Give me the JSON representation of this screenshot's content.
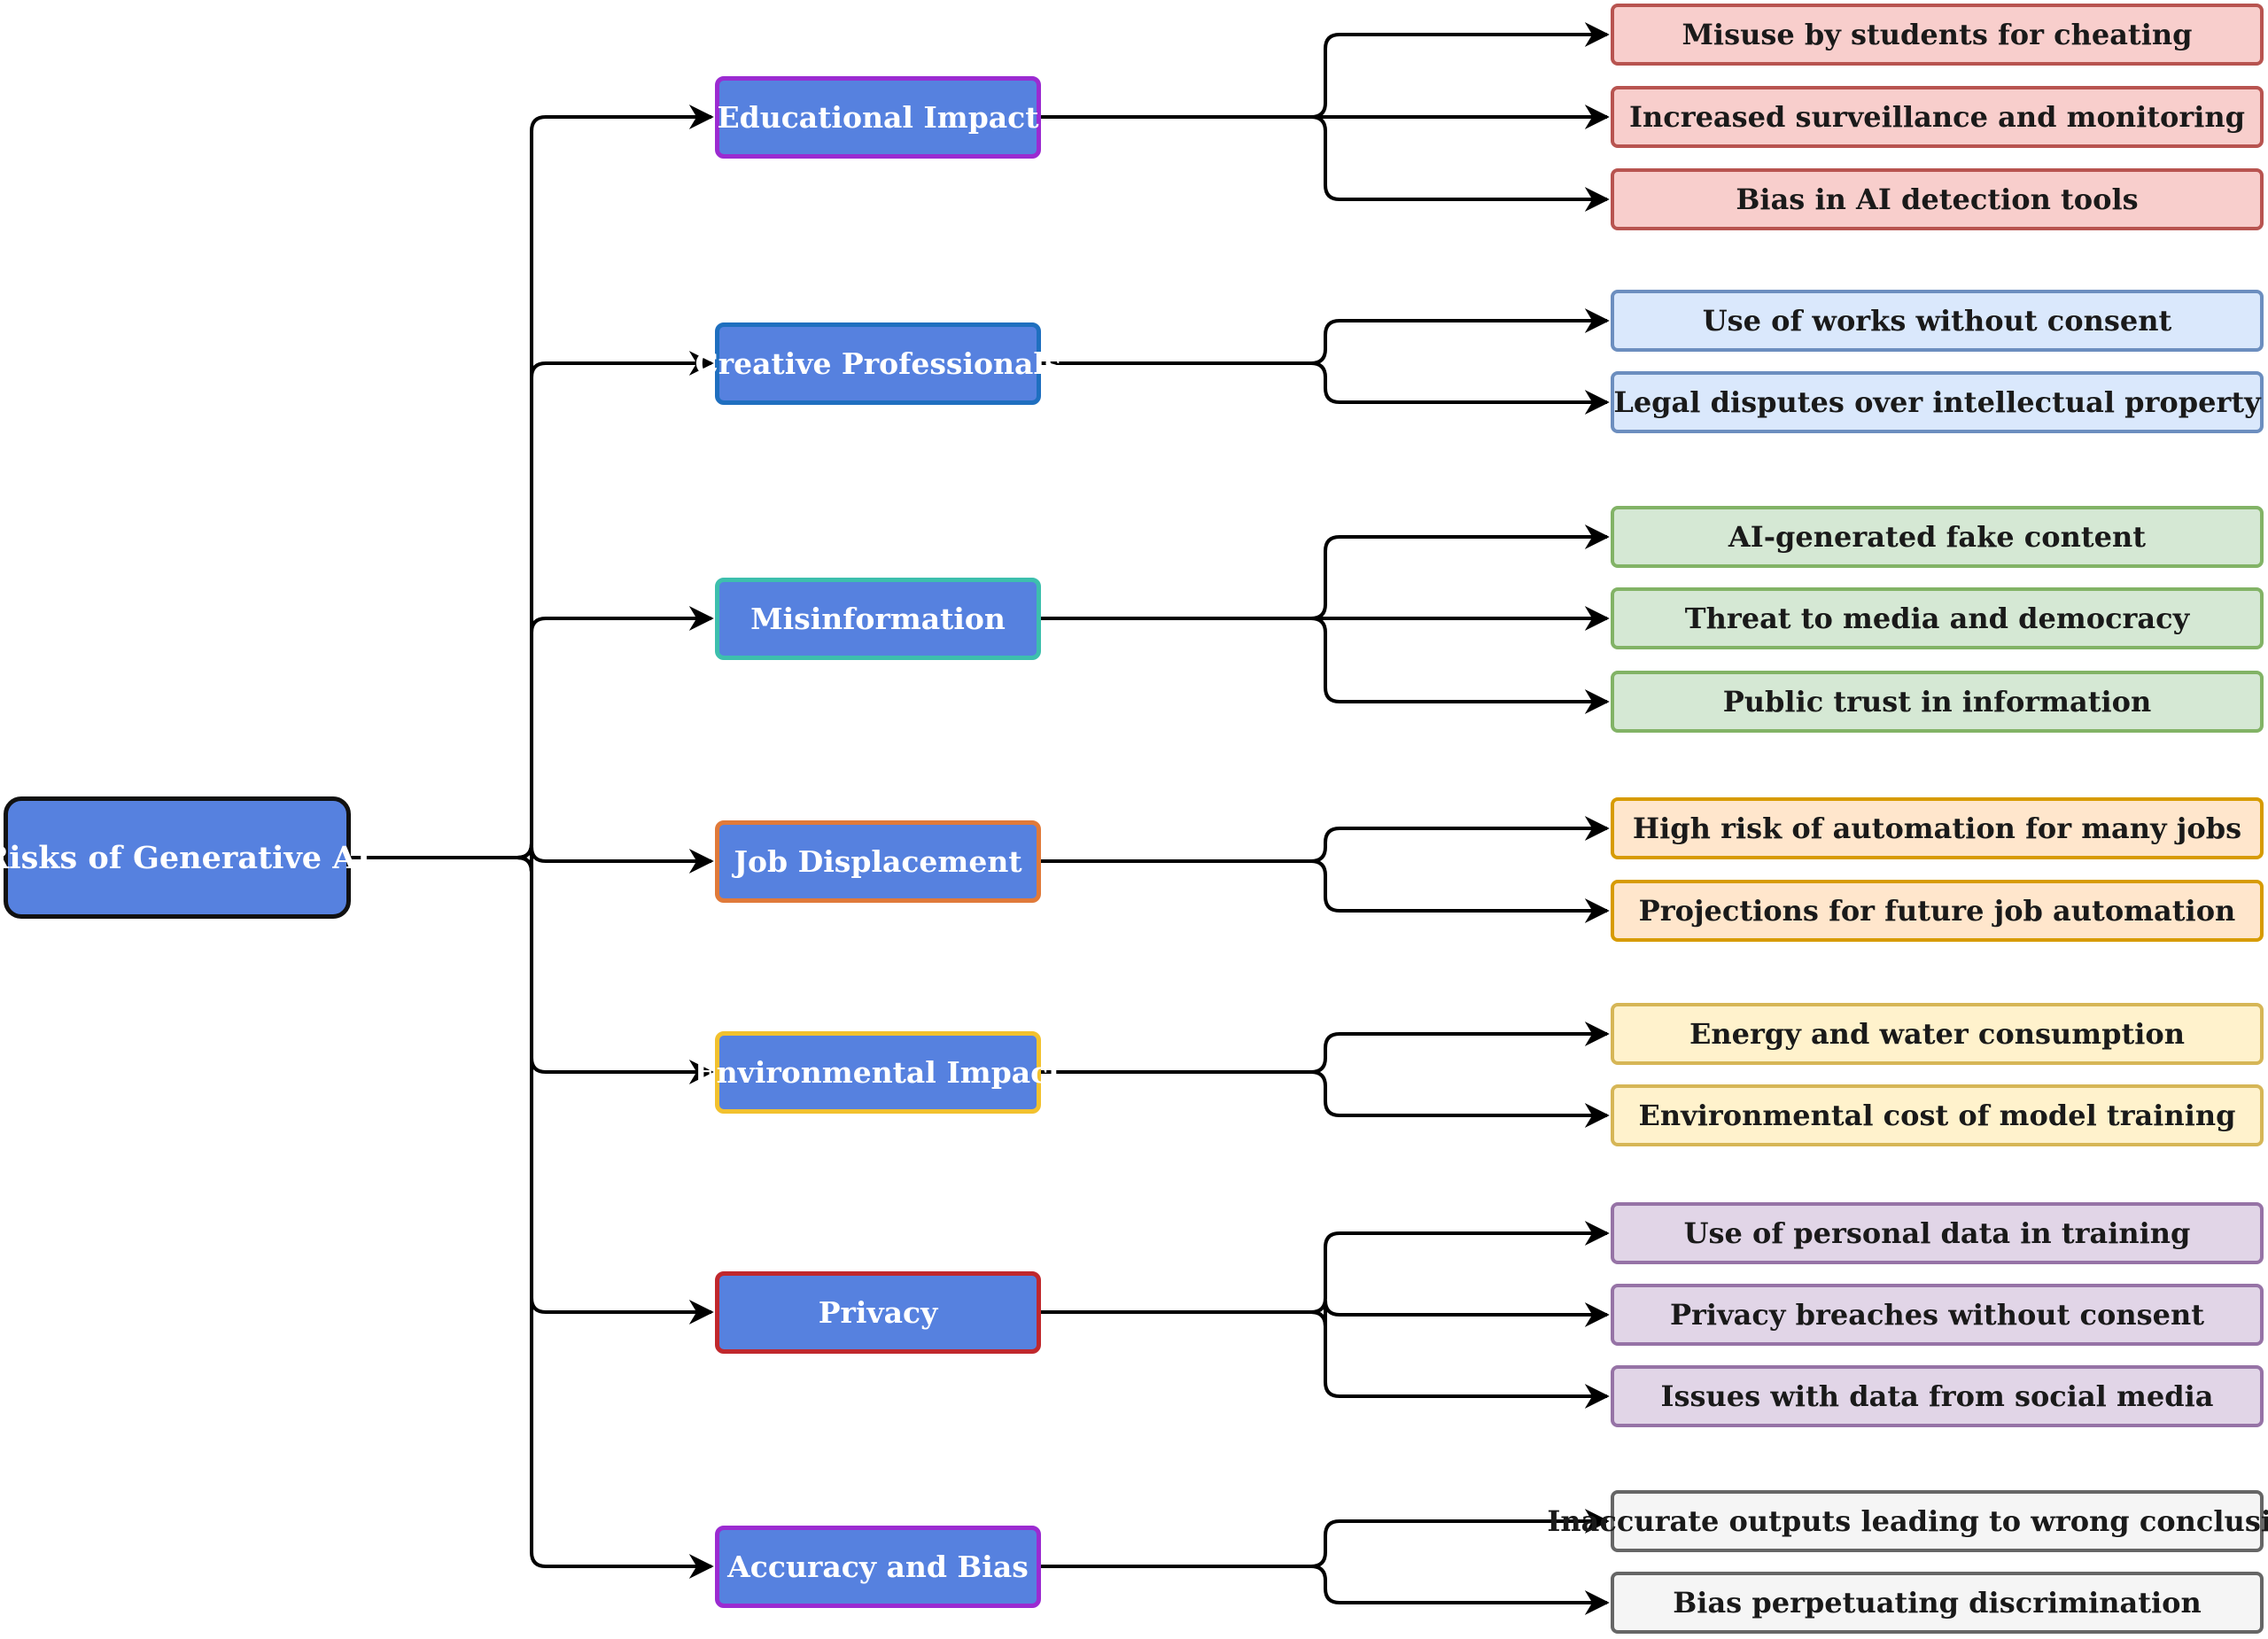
{
  "root": {
    "label": "Risks of Generative AI"
  },
  "categories": [
    {
      "label": "Educational Impact",
      "border_color": "#9B2BD1",
      "leaf_fill": "#F8CECC",
      "leaf_border": "#B85450",
      "leaves": [
        "Misuse by students for cheating",
        "Increased surveillance and monitoring",
        "Bias in AI detection tools"
      ]
    },
    {
      "label": "Creative Professionals",
      "border_color": "#1F6FBF",
      "leaf_fill": "#DAE8FC",
      "leaf_border": "#6C8EBF",
      "leaves": [
        "Use of works without consent",
        "Legal disputes over intellectual property"
      ]
    },
    {
      "label": "Misinformation",
      "border_color": "#3DBFAD",
      "leaf_fill": "#D5E8D4",
      "leaf_border": "#82B366",
      "leaves": [
        "AI-generated fake content",
        "Threat to media and democracy",
        "Public trust in information"
      ]
    },
    {
      "label": "Job Displacement",
      "border_color": "#E07A3A",
      "leaf_fill": "#FFE6CC",
      "leaf_border": "#D79B00",
      "leaves": [
        "High risk of automation for many jobs",
        "Projections for future job automation"
      ]
    },
    {
      "label": "Environmental Impact",
      "border_color": "#F2C12E",
      "leaf_fill": "#FFF2CC",
      "leaf_border": "#D6B656",
      "leaves": [
        "Energy and water consumption",
        "Environmental cost of model training"
      ]
    },
    {
      "label": "Privacy",
      "border_color": "#C0282D",
      "leaf_fill": "#E1D5E7",
      "leaf_border": "#9673A6",
      "leaves": [
        "Use of personal data in training",
        "Privacy breaches without consent",
        "Issues with data from social media"
      ]
    },
    {
      "label": "Accuracy and Bias",
      "border_color": "#9B2BD1",
      "leaf_fill": "#F5F5F5",
      "leaf_border": "#666666",
      "leaves": [
        "Inaccurate outputs leading to wrong conclusions",
        "Bias perpetuating discrimination"
      ]
    }
  ]
}
